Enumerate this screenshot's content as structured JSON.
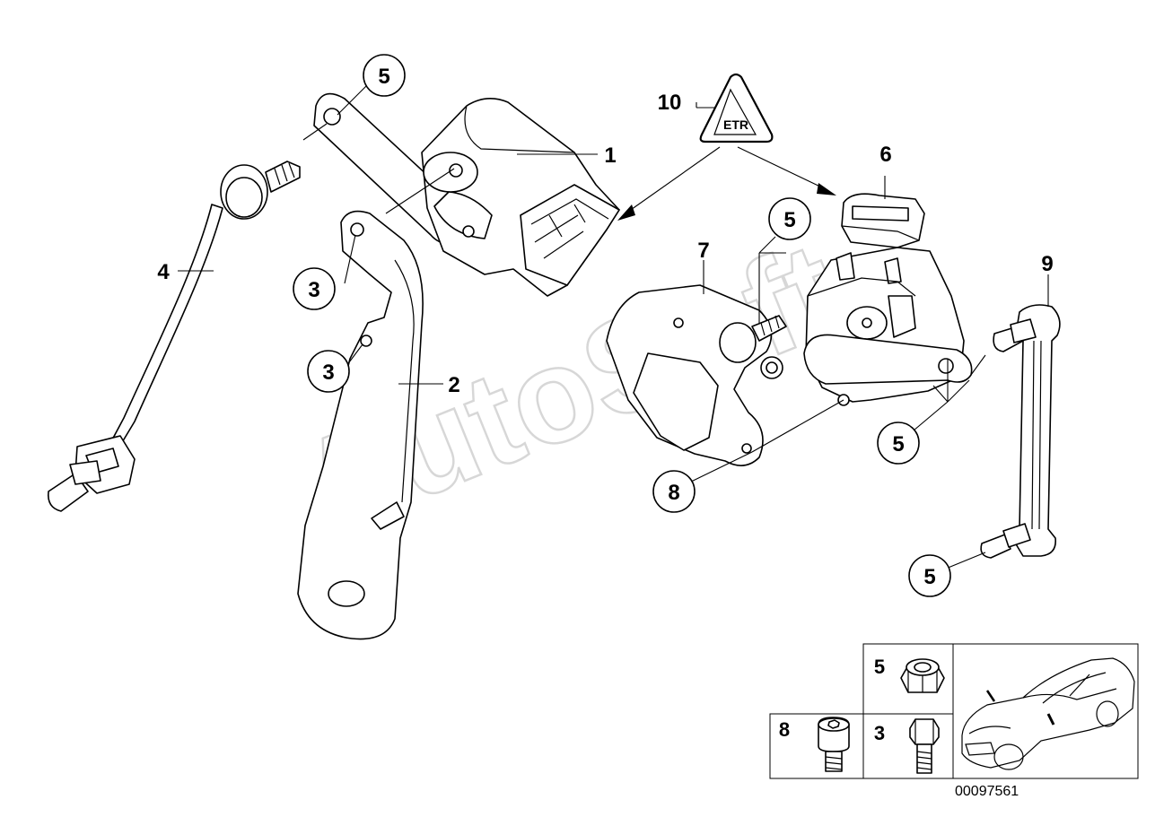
{
  "callouts": {
    "c5_top": "5",
    "c3_upper": "3",
    "c3_lower": "3",
    "c5_mid": "5",
    "c8": "8",
    "c5_right": "5",
    "c5_bottom": "5"
  },
  "labels": {
    "l1": "1",
    "l2": "2",
    "l4": "4",
    "l6": "6",
    "l7": "7",
    "l9": "9",
    "l10": "10"
  },
  "legend": {
    "item_5": "5",
    "item_8": "8",
    "item_3": "3"
  },
  "warning_symbol_text": "ETR",
  "watermark": "AutoSoft",
  "reference_number": "00097561"
}
